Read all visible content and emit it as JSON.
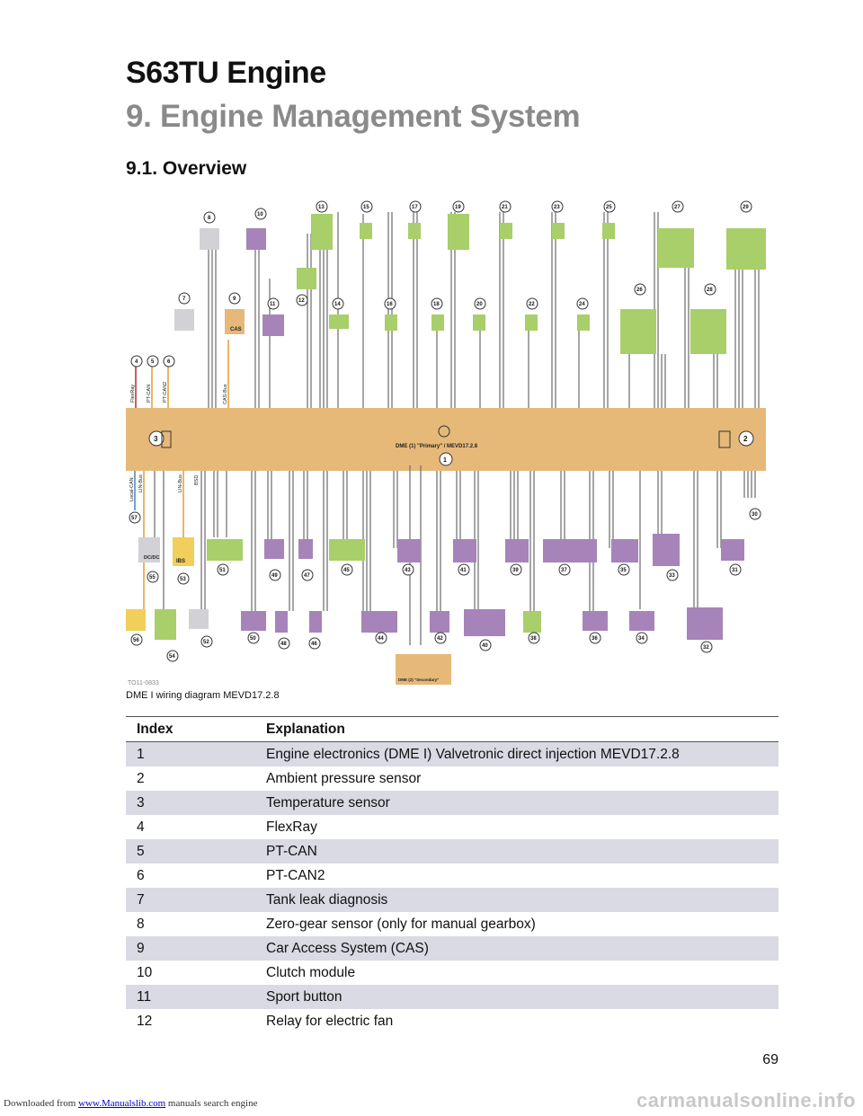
{
  "header": {
    "title": "S63TU Engine",
    "chapter": "9. Engine Management System",
    "section": "9.1. Overview"
  },
  "figure": {
    "code": "TO11-0833",
    "caption": "DME I wiring diagram MEVD17.2.8",
    "ecu_label": "DME (1) \"Primary\" / MEVD17.2.8",
    "ecu2_label": "DME (2) \"Secondary\"",
    "labels": {
      "cas": "CAS",
      "dcdc": "DC/DC",
      "ibs": "IBS",
      "flexray": "FlexRay",
      "ptcan": "PT-CAN",
      "ptcan2": "PT-CAN2",
      "casbus": "CAS-Bus",
      "localcan": "Local-CAN",
      "linbus": "LIN-Bus",
      "linbus2": "LIN-Bus",
      "bsd": "BSD"
    },
    "colors": {
      "ecu": "#e6b978",
      "green": "#a8cf6a",
      "purple": "#a684b9",
      "grey": "#d2d2d6",
      "orange": "#e6b978",
      "yellow": "#f0cf5a",
      "red": "#c0392b"
    }
  },
  "table": {
    "headers": [
      "Index",
      "Explanation"
    ],
    "rows": [
      [
        "1",
        "Engine electronics (DME I) Valvetronic direct injection MEVD17.2.8"
      ],
      [
        "2",
        "Ambient pressure sensor"
      ],
      [
        "3",
        "Temperature sensor"
      ],
      [
        "4",
        "FlexRay"
      ],
      [
        "5",
        "PT-CAN"
      ],
      [
        "6",
        "PT-CAN2"
      ],
      [
        "7",
        "Tank leak diagnosis"
      ],
      [
        "8",
        "Zero-gear sensor (only for manual gearbox)"
      ],
      [
        "9",
        "Car Access System (CAS)"
      ],
      [
        "10",
        "Clutch module"
      ],
      [
        "11",
        "Sport button"
      ],
      [
        "12",
        "Relay for electric fan"
      ]
    ]
  },
  "page_number": "69",
  "footer": {
    "prefix": "Downloaded from",
    "link": "www.Manualslib.com",
    "suffix": "manuals search engine"
  },
  "watermark": "carmanualsonline.info"
}
